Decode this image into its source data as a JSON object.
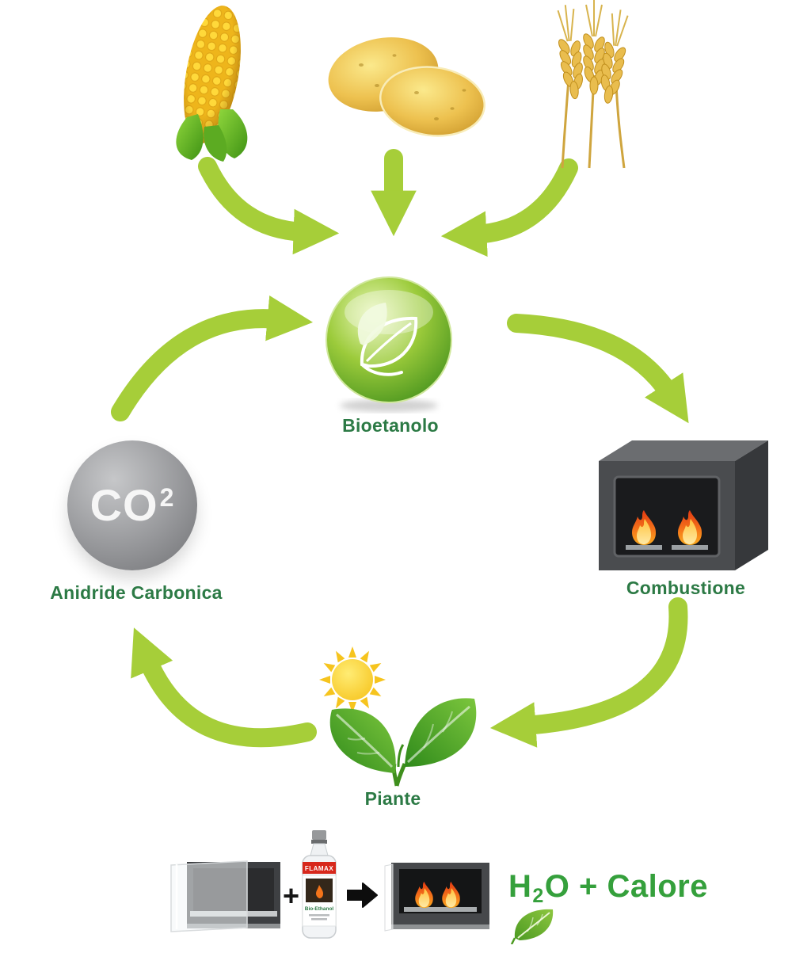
{
  "diagram": {
    "nodes": {
      "bioethanol": {
        "label": "Bioetanolo"
      },
      "combustion": {
        "label": "Combustione"
      },
      "plants": {
        "label": "Piante"
      },
      "co2": {
        "symbol": "CO",
        "sup": "2",
        "label": "Anidride Carbonica"
      }
    },
    "sources": [
      "corn",
      "potatoes",
      "wheat"
    ],
    "edges": [
      {
        "from": "corn",
        "to": "bioethanol"
      },
      {
        "from": "potatoes",
        "to": "bioethanol"
      },
      {
        "from": "wheat",
        "to": "bioethanol"
      },
      {
        "from": "bioethanol",
        "to": "combustion"
      },
      {
        "from": "combustion",
        "to": "plants"
      },
      {
        "from": "plants",
        "to": "co2"
      },
      {
        "from": "co2",
        "to": "bioethanol"
      }
    ],
    "equation": {
      "plus": "+",
      "result_h": "H",
      "result_sub": "2",
      "result_rest": "O + Calore",
      "bottle_brand": "FLAMAX",
      "bottle_line": "Bio-Ethanol"
    },
    "icons": {
      "corn": "corn-cob",
      "potatoes": "potatoes",
      "wheat": "wheat-ears",
      "bioethanol": "glossy-green-leaf-sphere",
      "co2": "gray-sphere",
      "combustion": "wall-fireplace-with-flames",
      "plants": "sprout-leaves-with-sun",
      "bottle": "bioethanol-bottle",
      "transform_arrow": "black-right-arrow",
      "result_leaf": "green-leaf"
    },
    "colors": {
      "arrow_green": "#a6ce39",
      "label_green": "#2c7a45",
      "result_green": "#35a03c",
      "co2_gray": "#97989b",
      "flame_orange": "#f4741a",
      "flame_yellow": "#ffd23e"
    }
  }
}
